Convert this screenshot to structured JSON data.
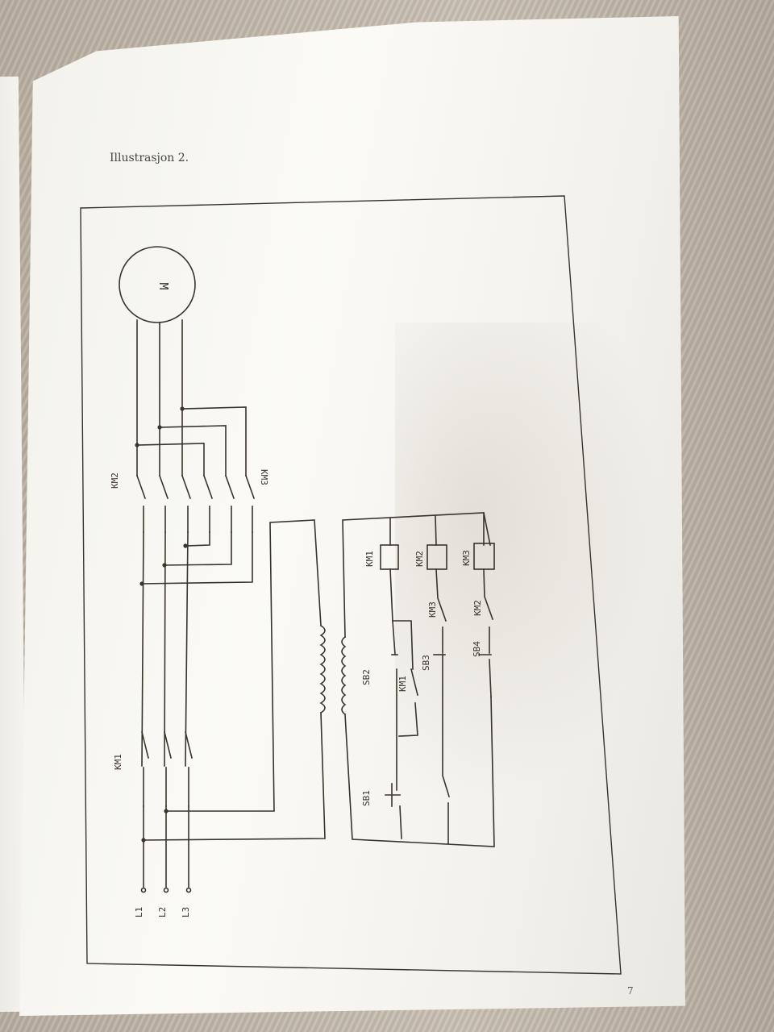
{
  "caption": "Illustrasjon 2.",
  "page_number": "7",
  "diagram": {
    "motor_label": "M",
    "phase_labels": [
      "L1",
      "L2",
      "L3"
    ],
    "contactor_labels": {
      "km1_main": "KM1",
      "km2_main": "KM2",
      "km3_main": "KM3"
    },
    "control_labels": {
      "coil_km1": "KM1",
      "coil_km2": "KM2",
      "coil_km3": "KM3",
      "interlock_km3": "KM3",
      "interlock_km2": "KM2",
      "aux_km1": "KM1",
      "button_sb1": "SB1",
      "button_sb2": "SB2",
      "button_sb3": "SB3",
      "button_sb4": "SB4"
    }
  },
  "colors": {
    "ink": "#3a332b",
    "paper": "#f8f7f3"
  }
}
